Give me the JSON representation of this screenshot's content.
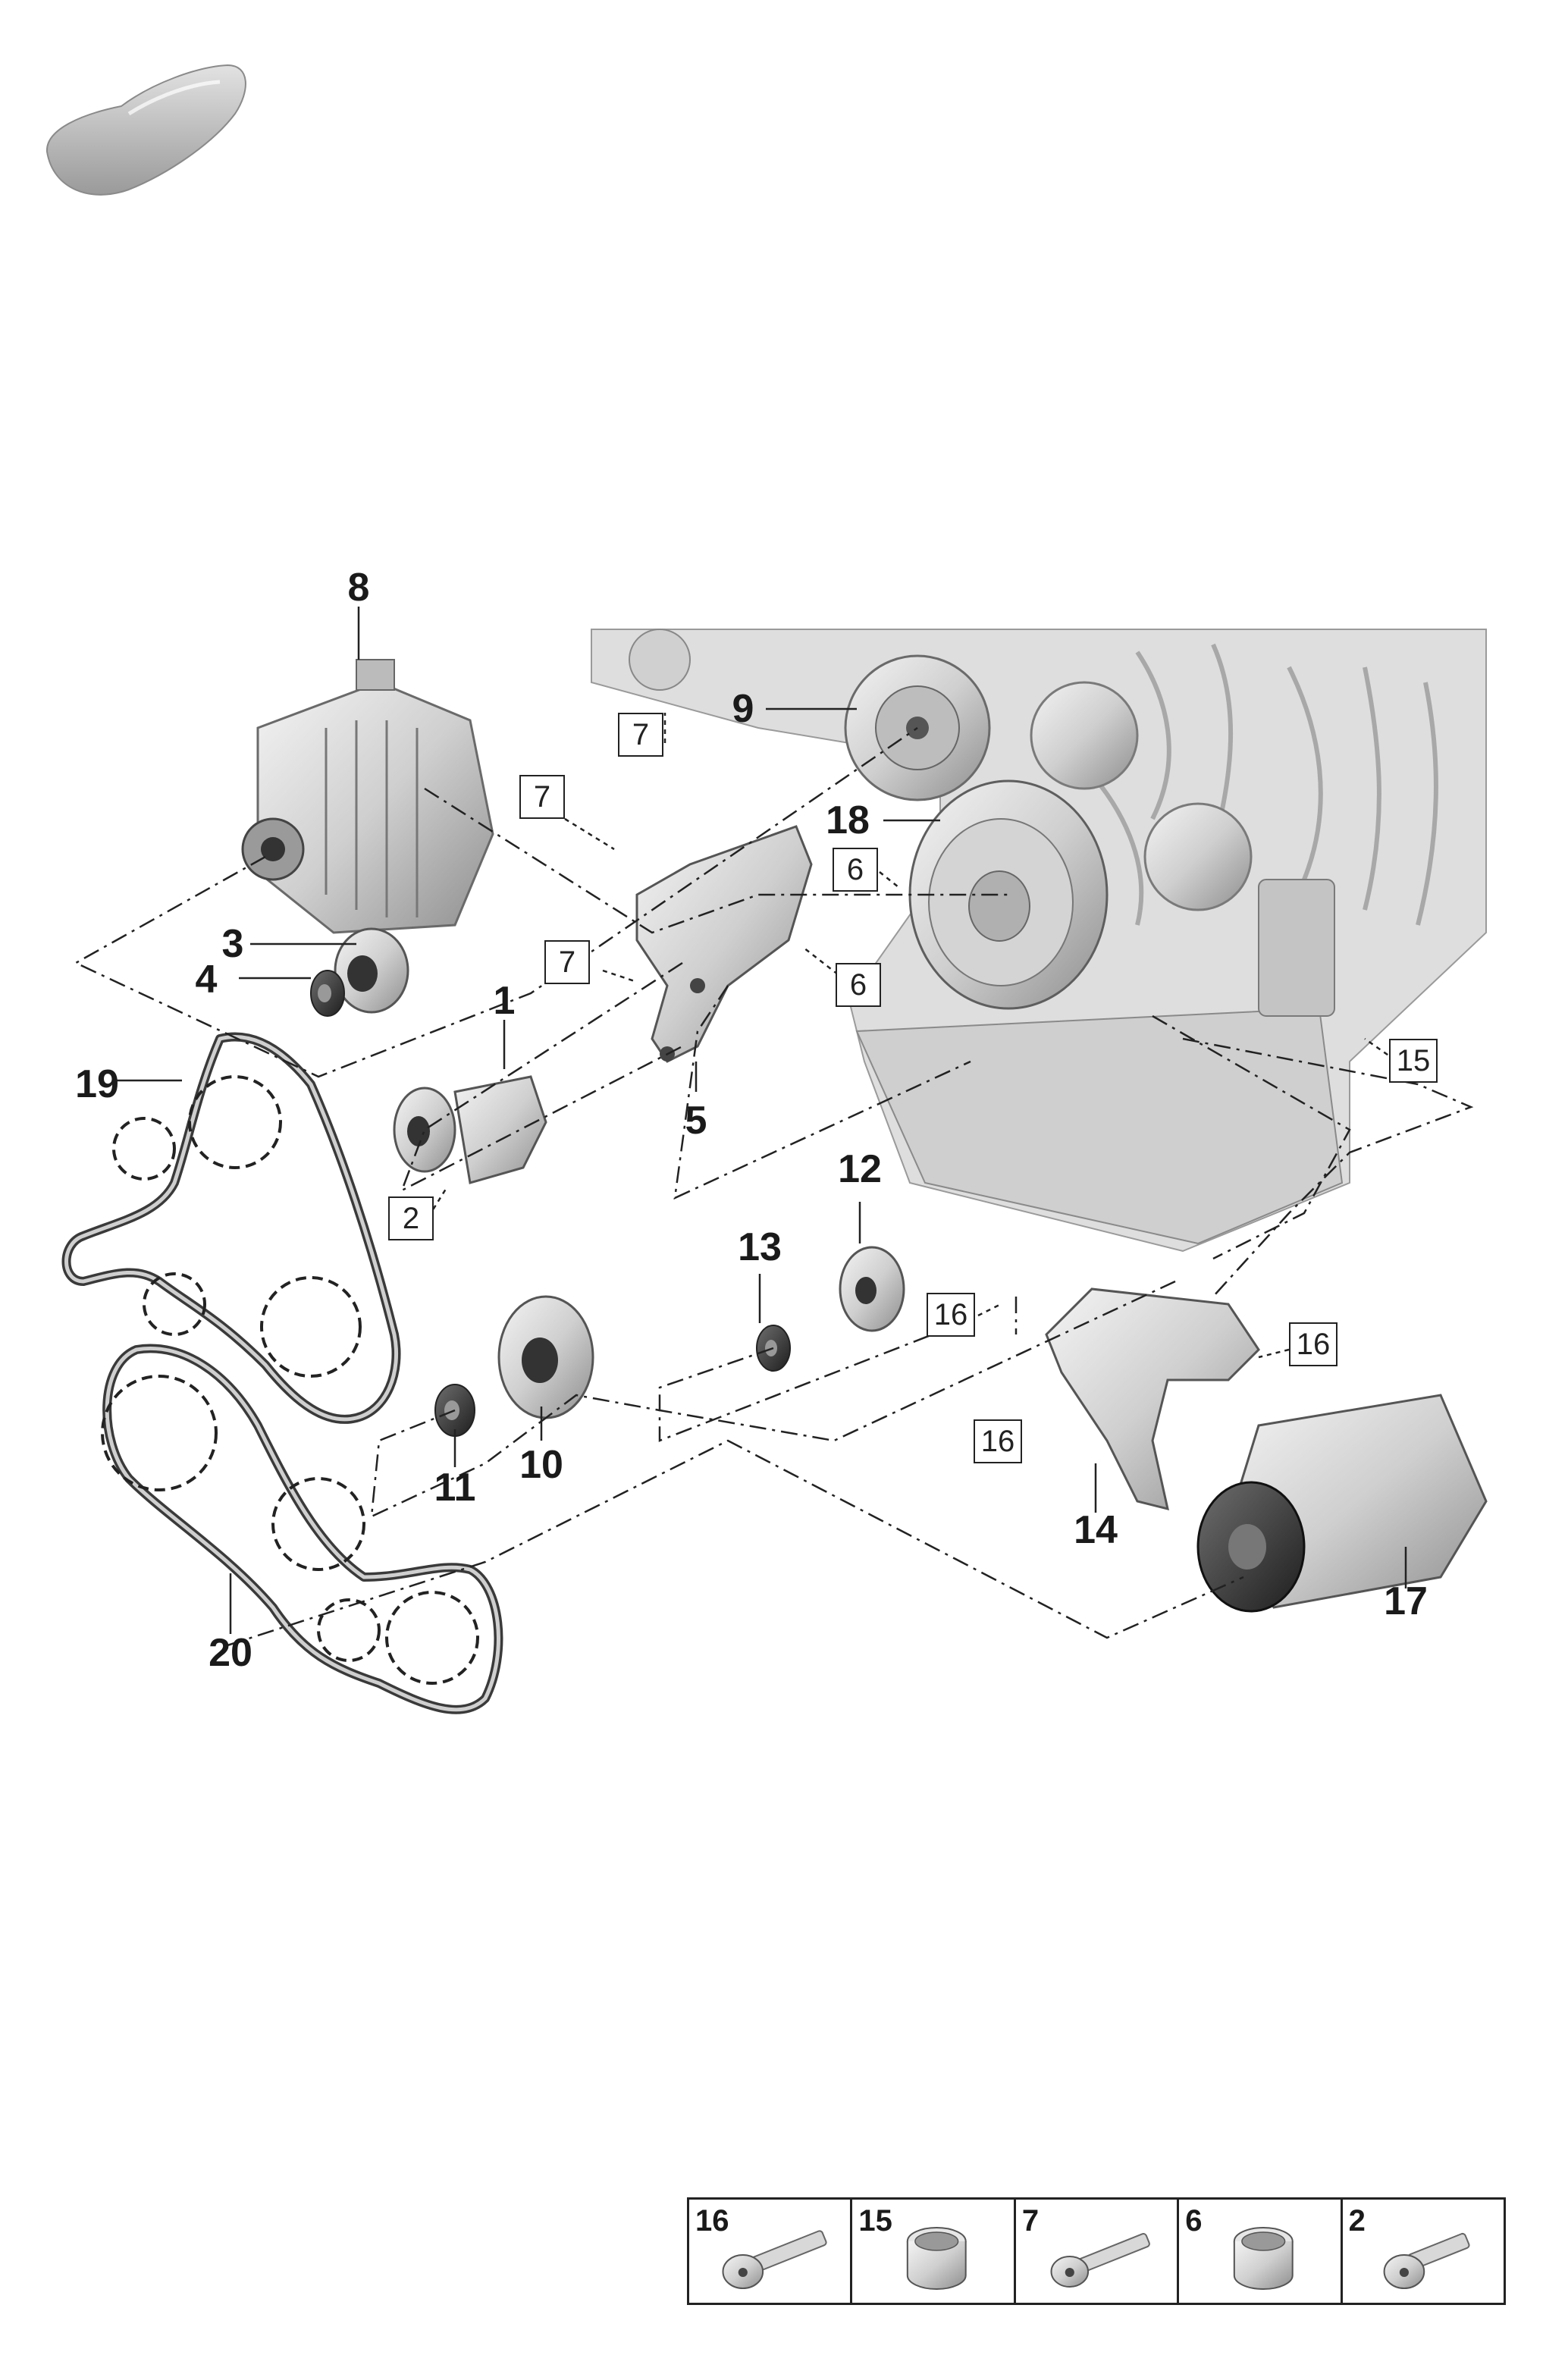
{
  "vehicle_icon": "car-silhouette-icon",
  "callouts": [
    {
      "id": "c1",
      "label": "1"
    },
    {
      "id": "c3",
      "label": "3"
    },
    {
      "id": "c4",
      "label": "4"
    },
    {
      "id": "c5",
      "label": "5"
    },
    {
      "id": "c8",
      "label": "8"
    },
    {
      "id": "c9",
      "label": "9"
    },
    {
      "id": "c10",
      "label": "10"
    },
    {
      "id": "c11",
      "label": "11"
    },
    {
      "id": "c12",
      "label": "12"
    },
    {
      "id": "c13",
      "label": "13"
    },
    {
      "id": "c14",
      "label": "14"
    },
    {
      "id": "c17",
      "label": "17"
    },
    {
      "id": "c18",
      "label": "18"
    },
    {
      "id": "c19",
      "label": "19"
    },
    {
      "id": "c20",
      "label": "20"
    }
  ],
  "boxed_refs": [
    {
      "id": "b7a",
      "label": "7"
    },
    {
      "id": "b7b",
      "label": "7"
    },
    {
      "id": "b7c",
      "label": "7"
    },
    {
      "id": "b6a",
      "label": "6"
    },
    {
      "id": "b6b",
      "label": "6"
    },
    {
      "id": "b15",
      "label": "15"
    },
    {
      "id": "b2",
      "label": "2"
    },
    {
      "id": "b16a",
      "label": "16"
    },
    {
      "id": "b16b",
      "label": "16"
    },
    {
      "id": "b16c",
      "label": "16"
    }
  ],
  "legend": [
    {
      "label": "16",
      "icon": "bolt-icon"
    },
    {
      "label": "15",
      "icon": "sleeve-icon"
    },
    {
      "label": "7",
      "icon": "bolt-icon"
    },
    {
      "label": "6",
      "icon": "sleeve-icon"
    },
    {
      "label": "2",
      "icon": "bolt-icon"
    }
  ]
}
